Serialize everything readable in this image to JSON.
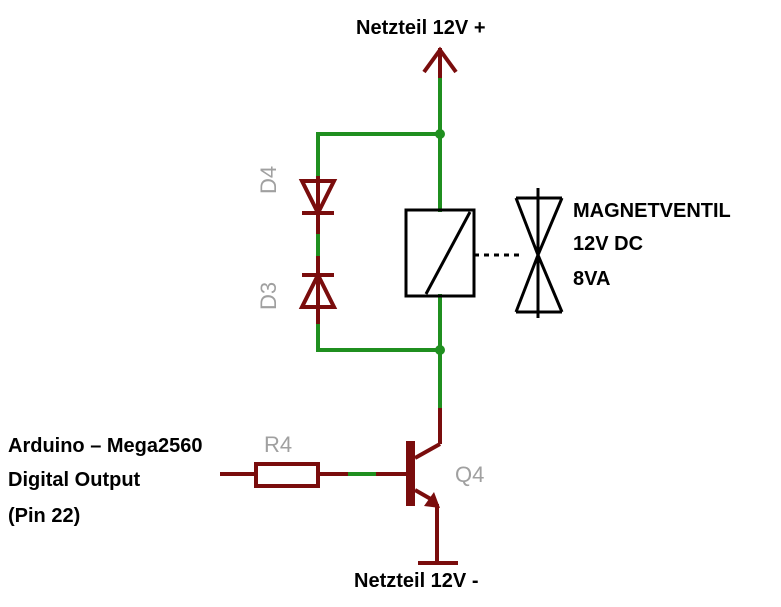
{
  "labels": {
    "supply_plus": "Netzteil 12V +",
    "supply_minus": "Netzteil 12V -",
    "valve_name": "MAGNETVENTIL",
    "valve_voltage": "12V DC",
    "valve_power": "8VA",
    "input_line1": "Arduino – Mega2560",
    "input_line2": "Digital Output",
    "input_line3": "(Pin 22)"
  },
  "refs": {
    "d4": "D4",
    "d3": "D3",
    "r4": "R4",
    "q4": "Q4"
  },
  "colors": {
    "wire": "#1f8f1f",
    "component": "#7a0d0d",
    "junction": "#1f8f1f",
    "ref_text": "#a0a0a0"
  }
}
